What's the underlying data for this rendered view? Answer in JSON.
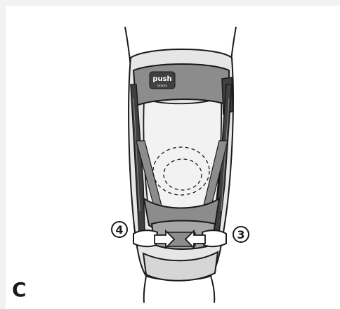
{
  "figure": {
    "step_label": "C",
    "callouts": [
      {
        "number": "4",
        "side": "left",
        "arrow_direction": "right"
      },
      {
        "number": "3",
        "side": "right",
        "arrow_direction": "left"
      }
    ],
    "brand": {
      "logo_text": "push",
      "logo_subtext": "braces"
    },
    "colors": {
      "background": "#f2f2f2",
      "panel": "#ffffff",
      "outline": "#1a1a1a",
      "strap_gray": "#8c8c8c",
      "strap_dark": "#404040",
      "brace_light": "#e6e6e6"
    }
  }
}
